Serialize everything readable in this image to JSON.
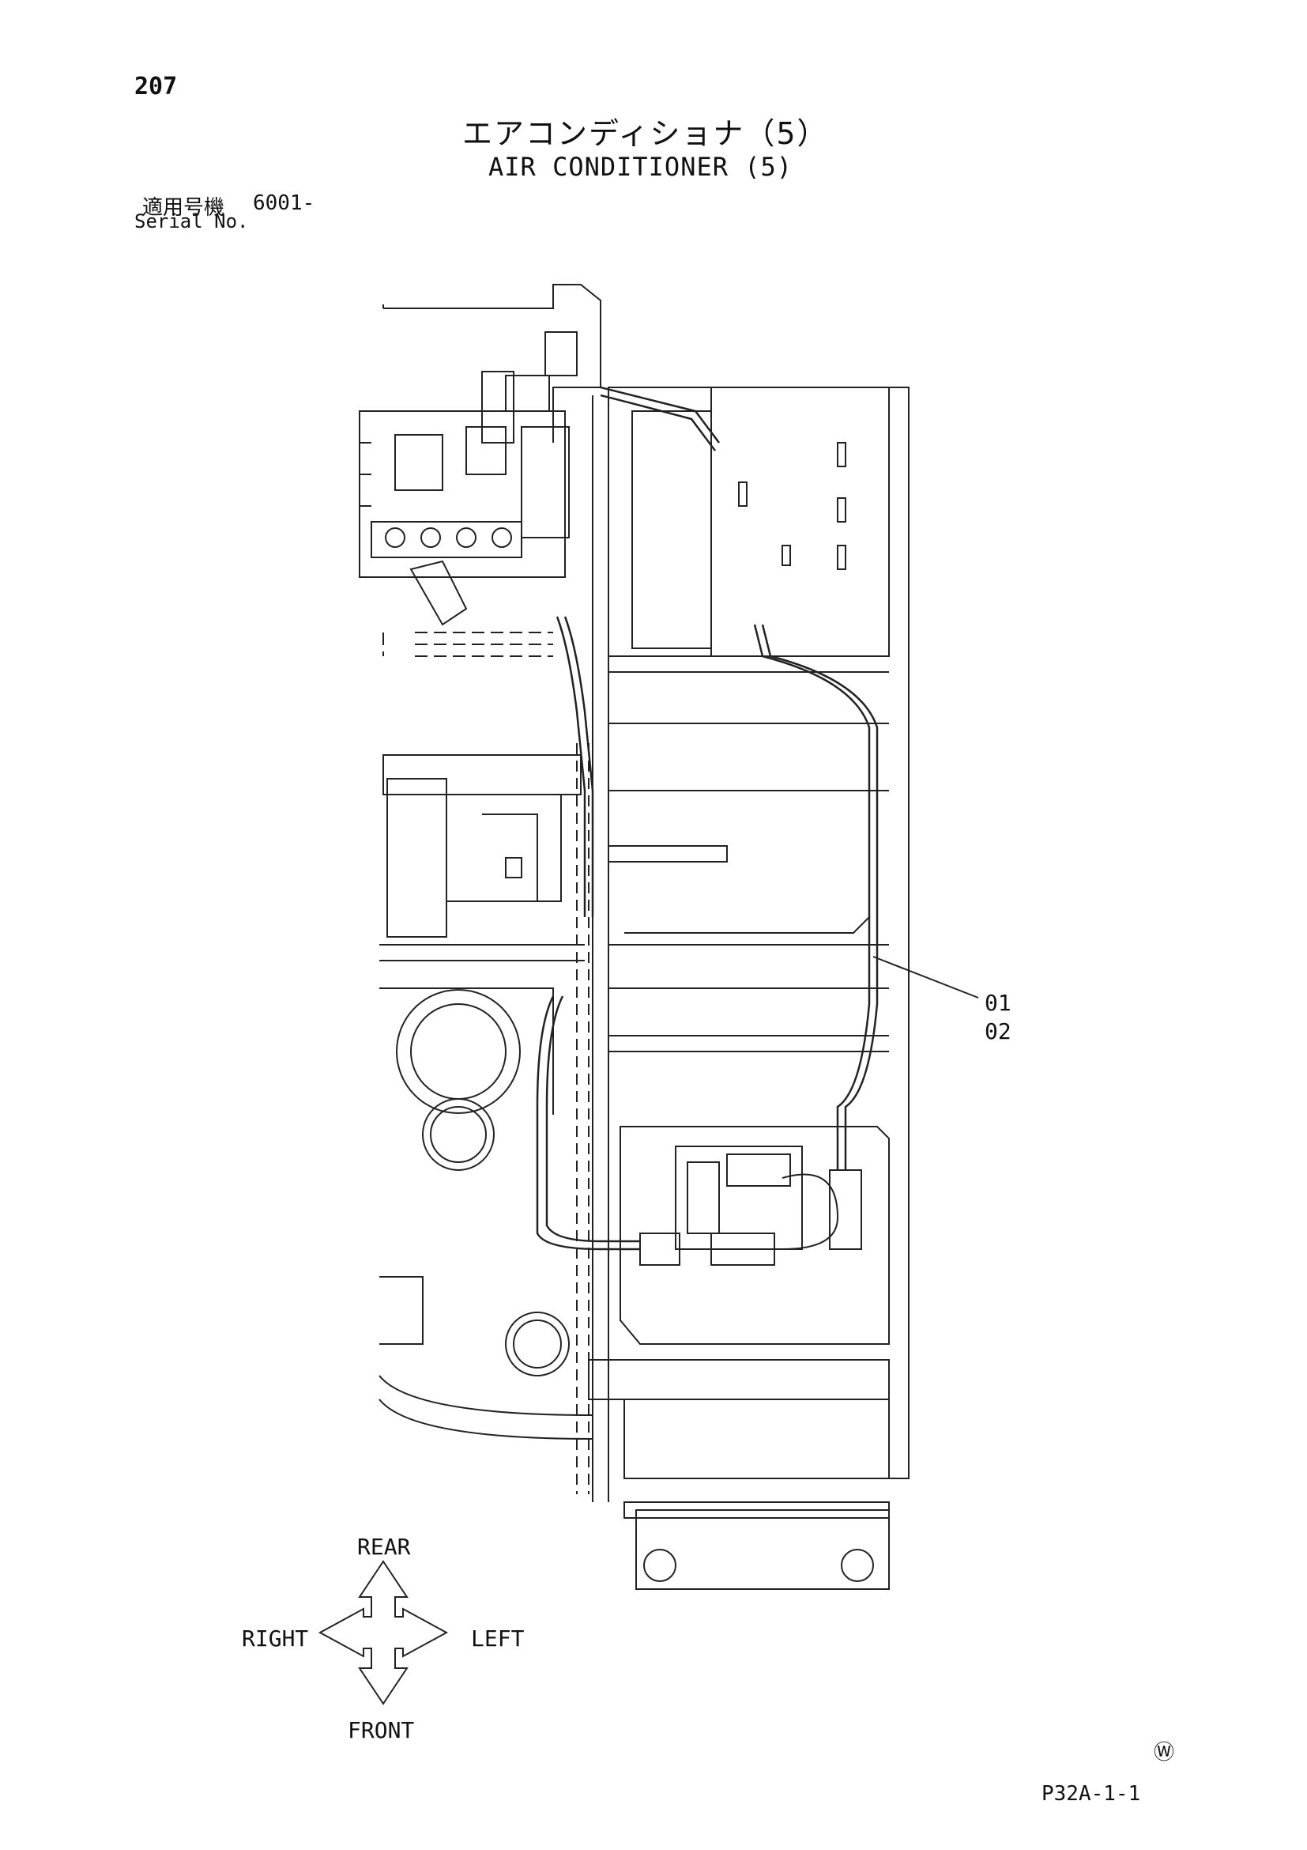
{
  "header": {
    "page_number": "207",
    "title_ja": "エアコンディショナ（5）",
    "title_en": "AIR CONDITIONER (5)",
    "serial_label_ja": "適用号機",
    "serial_value": "6001-",
    "serial_label_en": "Serial No."
  },
  "diagram": {
    "callouts": [
      "01",
      "02"
    ],
    "directions": {
      "rear": "REAR",
      "right": "RIGHT",
      "left": "LEFT",
      "front": "FRONT"
    }
  },
  "footer": {
    "watermark": "Ⓦ",
    "page_code": "P32A-1-1"
  }
}
